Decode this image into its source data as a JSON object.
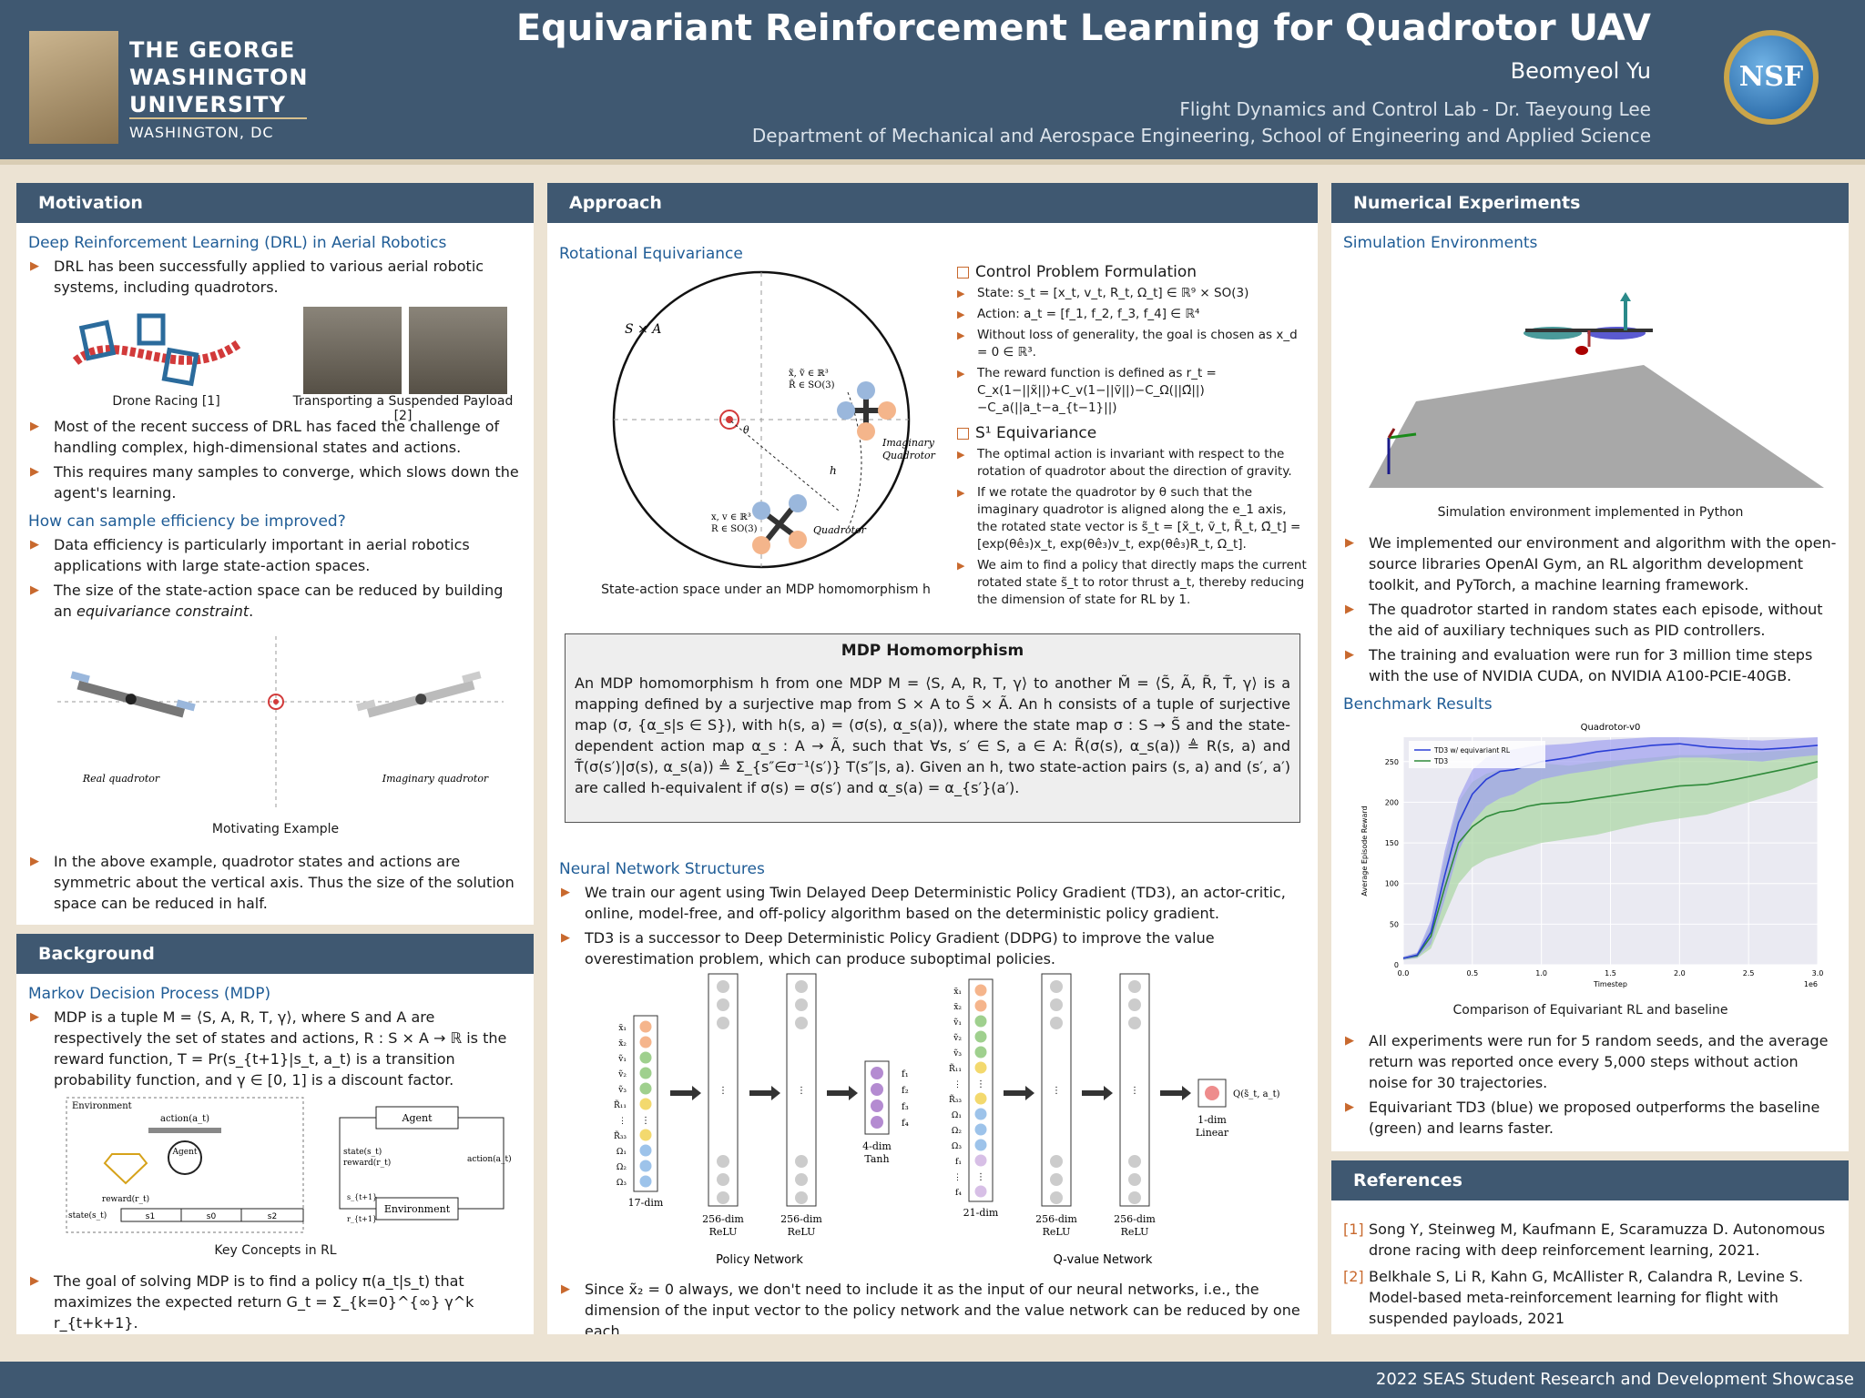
{
  "header": {
    "title": "Equivariant Reinforcement Learning for Quadrotor UAV",
    "author": "Beomyeol Yu",
    "lab": "Flight Dynamics and Control Lab - Dr. Taeyoung Lee",
    "department": "Department of Mechanical and Aerospace Engineering, School of Engineering and Applied Science",
    "gw_logo": [
      "THE GEORGE",
      "WASHINGTON",
      "UNIVERSITY"
    ],
    "gw_sub": "WASHINGTON, DC",
    "nsf_logo": "NSF"
  },
  "motivation": {
    "heading": "Motivation",
    "sub1": "Deep Reinforcement Learning (DRL) in Aerial Robotics",
    "b1": "DRL has been successfully applied to various aerial robotic systems, including quadrotors.",
    "cap_racing": "Drone Racing [1]",
    "cap_payload": "Transporting a Suspended Payload [2]",
    "b2": "Most of the recent success of DRL has faced the challenge of handling complex, high-dimensional states and actions.",
    "b3": "This requires many samples to converge, which slows down the agent's learning.",
    "sub2": "How can sample efficiency be improved?",
    "b4": "Data efficiency is particularly important in aerial robotics applications with large state-action spaces.",
    "b5_pre": "The size of the state-action space can be reduced by building an ",
    "b5_em": "equivariance constraint",
    "b5_post": ".",
    "real": "Real quadrotor",
    "imag": "Imaginary quadrotor",
    "cap_example": "Motivating Example",
    "b6": "In the above example, quadrotor states and actions are symmetric about the vertical axis. Thus the size of the solution space can be reduced in half."
  },
  "background": {
    "heading": "Background",
    "sub": "Markov Decision Process (MDP)",
    "b1": "MDP is a tuple M = ⟨S, A, R, T, γ⟩, where S and A are respectively the set of states and actions, R : S × A → ℝ is the reward function, T = Pr(s_{t+1}|s_t, a_t) is a transition probability function, and γ ∈ [0, 1] is a discount factor.",
    "fig": {
      "env": "Environment",
      "action": "action(a_t)",
      "agent": "Agent",
      "reward": "reward(r_t)",
      "state": "state(s_t)",
      "s1": "s1",
      "s0": "s0",
      "s2": "s2",
      "agent_box": "Agent",
      "env_box": "Environment",
      "state_reward": [
        "state(s_t)",
        "reward(r_t)"
      ],
      "action_right": "action(a_t)",
      "s_next": "s_{t+1}",
      "r_next": "r_{t+1}"
    },
    "cap": "Key Concepts in RL",
    "b2": "The goal of solving MDP is to find a policy π(a_t|s_t) that maximizes the expected return G_t = Σ_{k=0}^{∞} γ^k r_{t+k+1}."
  },
  "approach": {
    "heading": "Approach",
    "sub1": "Rotational Equivariance",
    "fig": {
      "space": "S × A",
      "imag_state": [
        "x̃, ṽ ∈ ℝ³",
        "R̃ ∈ SO(3)"
      ],
      "imag_label": [
        "Imaginary",
        "Quadrotor"
      ],
      "real_state": [
        "x, v ∈ ℝ³",
        "R ∈ SO(3)"
      ],
      "real_label": "Quadrotor",
      "h": "h",
      "theta": "θ"
    },
    "cap1": "State-action space under an MDP homomorphism h",
    "ctrl_head": "Control Problem Formulation",
    "ctrl": [
      "State: s_t = [x_t, v_t, R_t, Ω_t] ∈ ℝ⁹ × SO(3)",
      "Action: a_t = [f_1, f_2, f_3, f_4] ∈ ℝ⁴",
      "Without loss of generality, the goal is chosen as x_d = 0 ∈ ℝ³.",
      "The reward function is defined as r_t = C_x(1−||x̃||)+C_v(1−||ṽ||)−C_Ω(||Ω̃||)−C_a(||a_t−a_{t−1}||)"
    ],
    "s1_head": "S¹ Equivariance",
    "s1": [
      "The optimal action is invariant with respect to the rotation of quadrotor about the direction of gravity.",
      "If we rotate the quadrotor by θ such that the imaginary quadrotor is aligned along the e_1 axis, the rotated state vector is s̃_t = [x̃_t, ṽ_t, R̃_t, Ω̃_t] = [exp(θê₃)x_t, exp(θê₃)v_t, exp(θê₃)R_t, Ω_t].",
      "We aim to find a policy that directly maps the current rotated state s̃_t to rotor thrust a_t, thereby reducing the dimension of state for RL by 1."
    ],
    "mdp_title": "MDP Homomorphism",
    "mdp_text": "An MDP homomorphism h from one MDP M = ⟨S, A, R, T, γ⟩ to another M̃ = ⟨S̃, Ã, R̃, T̃, γ⟩ is a mapping defined by a surjective map from S × A to S̃ × Ã. An h consists of a tuple of surjective map (σ, {α_s|s ∈ S}), with h(s, a) = (σ(s), α_s(a)), where the state map σ : S → S̃ and the state-dependent action map α_s : A → Ã, such that ∀s, s′ ∈ S, a ∈ A: R̃(σ(s), α_s(a)) ≜ R(s, a) and T̃(σ(s′)|σ(s), α_s(a)) ≜ Σ_{s″∈σ⁻¹(s′)} T(s″|s, a). Given an h, two state-action pairs (s, a) and (s′, a′) are called h-equivalent if σ(s) = σ(s′) and α_s(a) = α_{s′}(a′).",
    "sub2": "Neural Network Structures",
    "nn_b1": "We train our agent using Twin Delayed Deep Deterministic Policy Gradient (TD3), an actor-critic, online, model-free, and off-policy algorithm based on the deterministic policy gradient.",
    "nn_b2": "TD3 is a successor to Deep Deterministic Policy Gradient (DDPG) to improve the value overestimation problem, which can produce suboptimal policies.",
    "nn": {
      "policy_inputs": [
        "x̃₁",
        "x̃₂",
        "ṽ₁",
        "ṽ₂",
        "ṽ₃",
        "R̃₁₁",
        "⋮",
        "R̃₃₃",
        "Ω₁",
        "Ω₂",
        "Ω₃"
      ],
      "policy_in": "17-dim",
      "hidden": [
        "256-dim",
        "ReLU"
      ],
      "actions": [
        "f₁",
        "f₂",
        "f₃",
        "f₄"
      ],
      "policy_out": [
        "4-dim",
        "Tanh"
      ],
      "policy_title": "Policy Network",
      "q_inputs": [
        "x̃₁",
        "x̃₂",
        "ṽ₁",
        "ṽ₂",
        "ṽ₃",
        "R̃₁₁",
        "⋮",
        "R̃₃₃",
        "Ω₁",
        "Ω₂",
        "Ω₃",
        "f₁",
        "⋮",
        "f₄"
      ],
      "q_in": "21-dim",
      "q_out": [
        "1-dim",
        "Linear"
      ],
      "q_label": "Q(s̃_t, a_t)",
      "q_title": "Q-value Network"
    },
    "nn_b3": "Since x̃₂ = 0 always, we don't need to include it as the input of our neural networks, i.e., the dimension of the input vector to the policy network and the value network can be reduced by one each."
  },
  "experiments": {
    "heading": "Numerical Experiments",
    "sub1": "Simulation Environments",
    "cap_sim": "Simulation environment implemented in Python",
    "b1": "We implemented our environment and algorithm with the open-source libraries OpenAI Gym, an RL algorithm development toolkit, and PyTorch, a machine learning framework.",
    "b2": "The quadrotor started in random states each episode, without the aid of auxiliary techniques such as PID controllers.",
    "b3": "The training and evaluation were run for 3 million time steps with the use of NVIDIA CUDA, on NVIDIA A100-PCIE-40GB.",
    "sub2": "Benchmark Results",
    "cap_bench": "Comparison of Equivariant RL and baseline",
    "b4": "All experiments were run for 5 random seeds, and the average return was reported once every 5,000 steps without action noise for 30 trajectories.",
    "b5": "Equivariant TD3 (blue) we proposed outperforms the baseline (green) and learns faster."
  },
  "chart_data": {
    "type": "line",
    "title": "Quadrotor-v0",
    "xlabel": "Timestep",
    "ylabel": "Average Episode Reward",
    "x_multiplier_label": "1e6",
    "xlim": [
      0,
      3.0
    ],
    "ylim": [
      0,
      280
    ],
    "xticks": [
      "0.0",
      "0.5",
      "1.0",
      "1.5",
      "2.0",
      "2.5",
      "3.0"
    ],
    "yticks": [
      "0",
      "50",
      "100",
      "150",
      "200",
      "250"
    ],
    "grid": true,
    "legend": "top-left",
    "x": [
      0,
      0.1,
      0.2,
      0.3,
      0.4,
      0.5,
      0.6,
      0.7,
      0.8,
      0.9,
      1.0,
      1.2,
      1.4,
      1.6,
      1.8,
      2.0,
      2.2,
      2.4,
      2.6,
      2.8,
      3.0
    ],
    "series": [
      {
        "name": "TD3 w/ equivariant RL",
        "color": "#2b3fd6",
        "band": "#9f9ff0",
        "values": [
          8,
          12,
          40,
          110,
          175,
          210,
          228,
          238,
          240,
          245,
          250,
          255,
          262,
          266,
          270,
          272,
          268,
          266,
          265,
          267,
          270
        ],
        "lower": [
          6,
          9,
          25,
          80,
          140,
          175,
          195,
          205,
          210,
          220,
          228,
          235,
          240,
          246,
          250,
          255,
          255,
          252,
          250,
          255,
          258
        ],
        "upper": [
          10,
          15,
          55,
          140,
          205,
          240,
          255,
          262,
          265,
          268,
          270,
          272,
          276,
          278,
          280,
          280,
          279,
          277,
          276,
          278,
          280
        ]
      },
      {
        "name": "TD3",
        "color": "#2f8a3a",
        "band": "#a9d6a3",
        "values": [
          8,
          11,
          35,
          95,
          150,
          170,
          182,
          188,
          190,
          195,
          198,
          200,
          205,
          210,
          215,
          220,
          222,
          228,
          235,
          242,
          250
        ],
        "lower": [
          6,
          8,
          20,
          60,
          100,
          120,
          130,
          135,
          140,
          145,
          150,
          155,
          160,
          168,
          175,
          180,
          185,
          195,
          205,
          215,
          230
        ],
        "upper": [
          10,
          14,
          50,
          130,
          200,
          225,
          235,
          240,
          240,
          245,
          248,
          245,
          250,
          252,
          255,
          258,
          258,
          260,
          262,
          264,
          268
        ]
      }
    ]
  },
  "references": {
    "heading": "References",
    "items": [
      {
        "n": "[1]",
        "text": "Song Y, Steinweg M, Kaufmann E, Scaramuzza D. Autonomous drone racing with deep reinforcement learning, 2021."
      },
      {
        "n": "[2]",
        "text": "Belkhale S, Li R, Kahn G, McAllister R, Calandra R, Levine S. Model-based meta-reinforcement learning for flight with suspended payloads, 2021"
      }
    ]
  },
  "footer": "2022 SEAS Student Research and Development Showcase"
}
